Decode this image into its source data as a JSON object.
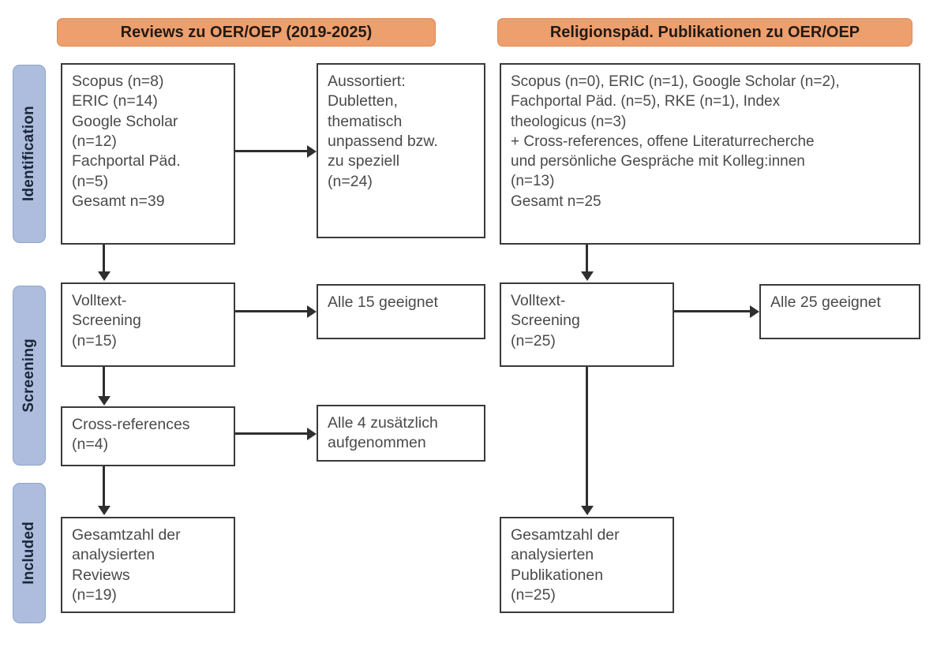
{
  "figure": {
    "type": "prisma-flow-diagram",
    "background": "#ffffff",
    "colors": {
      "phase_bar": "#aebddd",
      "column_header": "#ed9f6d",
      "box_border": "#3a3a3a",
      "connector": "#2f2f2f",
      "text": "#4a4a4a"
    }
  },
  "phases": [
    {
      "label": "Identification"
    },
    {
      "label": "Screening"
    },
    {
      "label": "Included"
    }
  ],
  "columns": [
    {
      "header": "Reviews zu OER/OEP (2019-2025)"
    },
    {
      "header": "Religionspäd. Publikationen zu OER/OEP"
    }
  ],
  "left_column": {
    "identification": "Scopus (n=8)\nERIC (n=14)\nGoogle Scholar\n(n=12)\nFachportal Päd.\n(n=5)\nGesamt n=39",
    "excluded": "Aussortiert:\nDubletten,\nthematisch\nunpassend bzw.\nzu speziell\n(n=24)",
    "screening": "Volltext-\nScreening\n(n=15)",
    "screening_result": "Alle 15 geeignet",
    "cross_references": "Cross-references\n(n=4)",
    "cross_references_result": "Alle 4 zusätzlich\naufgenommen",
    "included": "Gesamtzahl der\nanalysierten\nReviews\n(n=19)"
  },
  "right_column": {
    "identification": "Scopus (n=0), ERIC (n=1), Google Scholar (n=2),\nFachportal Päd. (n=5), RKE (n=1), Index\ntheologicus (n=3)\n+ Cross-references, offene Literaturrecherche\nund persönliche Gespräche mit Kolleg:innen\n(n=13)\nGesamt n=25",
    "screening": "Volltext-\nScreening\n(n=25)",
    "screening_result": "Alle 25 geeignet",
    "included": "Gesamtzahl der\nanalysierten\nPublikationen\n(n=25)"
  },
  "counts": {
    "left_scopus": 8,
    "left_eric": 14,
    "left_google_scholar": 12,
    "left_fachportal": 5,
    "left_total": 39,
    "left_excluded": 24,
    "left_screening": 15,
    "left_cross_references": 4,
    "left_included": 19,
    "right_scopus": 0,
    "right_eric": 1,
    "right_google_scholar": 2,
    "right_fachportal": 5,
    "right_rke": 1,
    "right_index_theologicus": 3,
    "right_additional": 13,
    "right_total": 25,
    "right_screening": 25,
    "right_included": 25
  }
}
